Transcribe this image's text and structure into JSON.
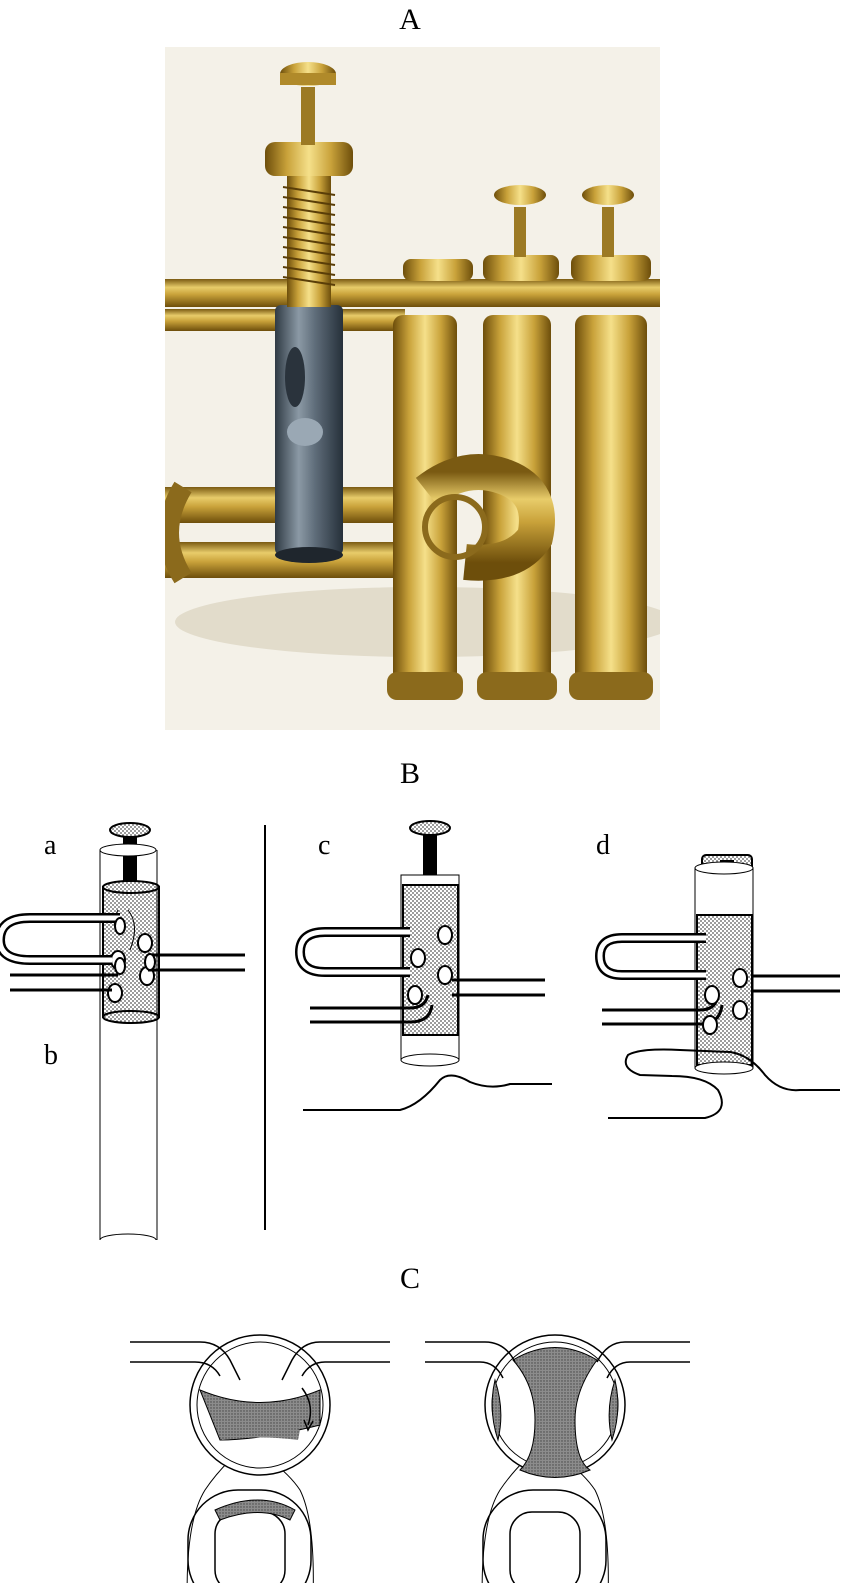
{
  "labels": {
    "panel_a": "A",
    "panel_b": "B",
    "panel_c": "C",
    "sub_a": "a",
    "sub_b": "b",
    "sub_c": "c",
    "sub_d": "d"
  },
  "colors": {
    "brass": "#c9a23a",
    "brass_light": "#f0d77a",
    "brass_dark": "#6d4e0b",
    "steel": "#5d6b78",
    "background_photo": "#f4f1e8",
    "stipple_fill": "#bdbdbd",
    "dark_fill": "#8c8c8c",
    "ink": "#000000"
  }
}
